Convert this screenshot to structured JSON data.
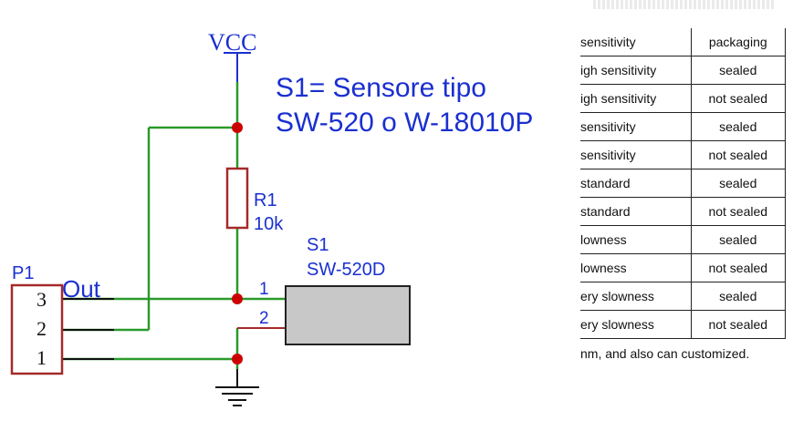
{
  "schematic": {
    "vcc_label": "VCC",
    "sensor_note_line1": "S1= Sensore tipo",
    "sensor_note_line2": "SW-520 o W-18010P",
    "resistor_ref": "R1",
    "resistor_value": "10k",
    "switch_ref": "S1",
    "switch_part": "SW-520D",
    "switch_pin1": "1",
    "switch_pin2": "2",
    "connector_ref": "P1",
    "connector_pin3": "3",
    "connector_pin2": "2",
    "connector_pin1": "1",
    "out_label": "Out",
    "colors": {
      "wire": "#2a9a2a",
      "component": "#a52a2a",
      "label": "#1a2fd0",
      "junction": "#cc0000",
      "switch_fill": "#c8c8c8"
    }
  },
  "table": {
    "header": [
      "sensitivity",
      "packaging"
    ],
    "rows": [
      [
        "igh sensitivity",
        "sealed"
      ],
      [
        "igh sensitivity",
        "not sealed"
      ],
      [
        "sensitivity",
        "sealed"
      ],
      [
        "sensitivity",
        "not sealed"
      ],
      [
        "standard",
        "sealed"
      ],
      [
        "standard",
        "not sealed"
      ],
      [
        "lowness",
        "sealed"
      ],
      [
        "lowness",
        "not sealed"
      ],
      [
        "ery slowness",
        "sealed"
      ],
      [
        "ery slowness",
        "not sealed"
      ]
    ],
    "note": "nm, and also can customized."
  }
}
